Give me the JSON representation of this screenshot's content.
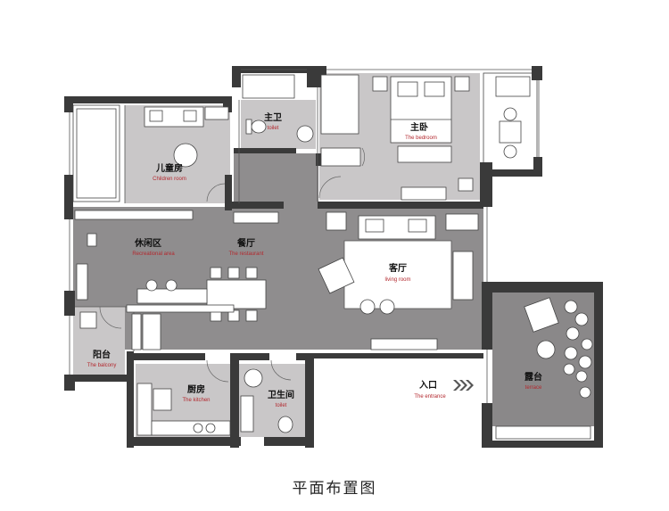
{
  "caption": "平面布置图",
  "colors": {
    "wall": "#3a3a3a",
    "floor_room": "#c9c7c8",
    "floor_public": "#8f8d8e",
    "floor_terrace": "#8a8889",
    "label_zh": "#111111",
    "label_en": "#b3272d",
    "furniture": "#ffffff"
  },
  "rooms": [
    {
      "key": "master_toilet",
      "zh": "主卫",
      "en": "toilet"
    },
    {
      "key": "master_bedroom",
      "zh": "主卧",
      "en": "The bedroom"
    },
    {
      "key": "children_room",
      "zh": "儿童房",
      "en": "Children room"
    },
    {
      "key": "recreational",
      "zh": "休闲区",
      "en": "Recreational area"
    },
    {
      "key": "restaurant",
      "zh": "餐厅",
      "en": "The restaurant"
    },
    {
      "key": "living_room",
      "zh": "客厅",
      "en": "living room"
    },
    {
      "key": "balcony",
      "zh": "阳台",
      "en": "The balcony"
    },
    {
      "key": "kitchen",
      "zh": "厨房",
      "en": "The kitchen"
    },
    {
      "key": "bathroom",
      "zh": "卫生间",
      "en": "toilet"
    },
    {
      "key": "entrance",
      "zh": "入口",
      "en": "The entrance"
    },
    {
      "key": "terrace",
      "zh": "露台",
      "en": "terrace"
    }
  ],
  "icons": {
    "entrance_arrow": "chevron-arrows-icon"
  }
}
